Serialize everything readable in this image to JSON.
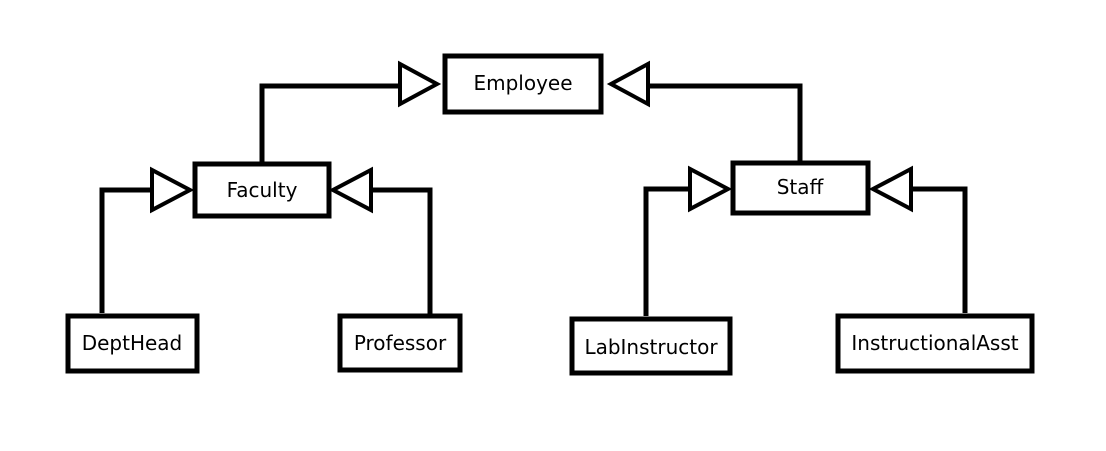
{
  "diagram": {
    "type": "uml-class-hierarchy",
    "classes": {
      "employee": "Employee",
      "faculty": "Faculty",
      "staff": "Staff",
      "depthead": "DeptHead",
      "professor": "Professor",
      "labinstructor": "LabInstructor",
      "instructionalasst": "InstructionalAsst"
    },
    "relationships": [
      {
        "from": "Faculty",
        "to": "Employee",
        "kind": "inheritance"
      },
      {
        "from": "Staff",
        "to": "Employee",
        "kind": "inheritance"
      },
      {
        "from": "DeptHead",
        "to": "Faculty",
        "kind": "inheritance"
      },
      {
        "from": "Professor",
        "to": "Faculty",
        "kind": "inheritance"
      },
      {
        "from": "LabInstructor",
        "to": "Staff",
        "kind": "inheritance"
      },
      {
        "from": "InstructionalAsst",
        "to": "Staff",
        "kind": "inheritance"
      }
    ],
    "colors": {
      "stroke": "#000000",
      "fill": "#ffffff",
      "background": "#ffffff"
    }
  }
}
